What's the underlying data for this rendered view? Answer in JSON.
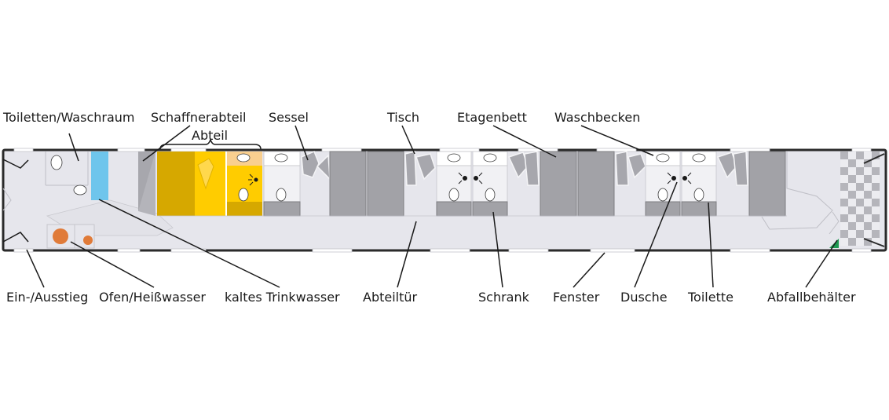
{
  "labels": {
    "toiletten": "Toiletten/Waschraum",
    "schaffner": "Schaffnerabteil",
    "abteil": "Abteil",
    "sessel": "Sessel",
    "tisch": "Tisch",
    "etagenbett": "Etagenbett",
    "waschbecken": "Waschbecken",
    "einstieg": "Ein-/Ausstieg",
    "ofen": "Ofen/Heißwasser",
    "trinkwasser": "kaltes Trinkwasser",
    "abteiltuer": "Abteiltür",
    "schrank": "Schrank",
    "fenster": "Fenster",
    "dusche": "Dusche",
    "toilette": "Toilette",
    "abfall": "Abfallbehälter"
  },
  "colors": {
    "car_floor": "#e6e6ec",
    "bed_grey": "#a2a2a7",
    "highlight_dark_yellow": "#d6a800",
    "highlight_yellow": "#ffcc00",
    "highlight_light_orange": "#f9cf8f",
    "drinking_water_blue": "#6ec5ec",
    "oven_orange": "#e07b39",
    "waste_bin_green": "#1e9a52",
    "checker_grey": "#b5b5bb"
  }
}
